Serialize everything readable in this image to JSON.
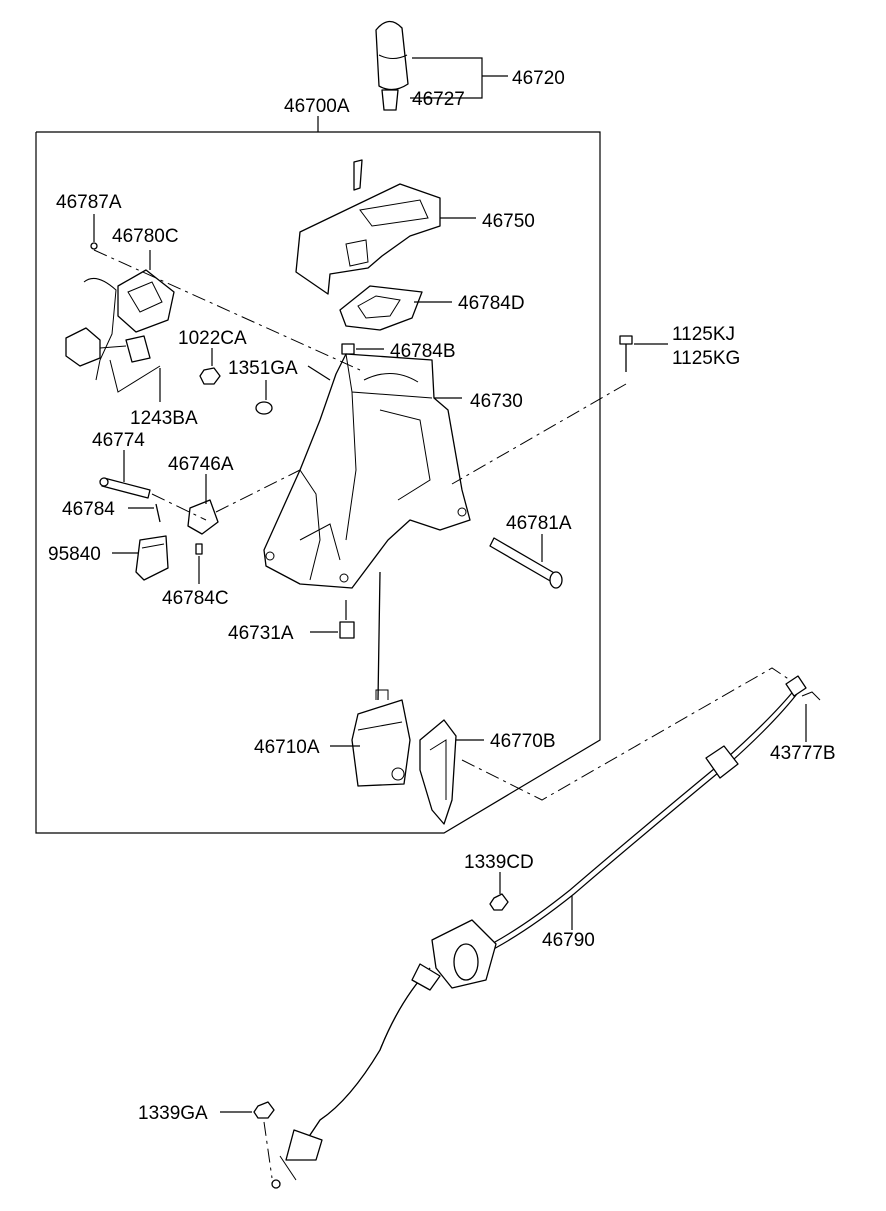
{
  "labels": {
    "p46720": "46720",
    "p46727": "46727",
    "p46700A": "46700A",
    "p46787A": "46787A",
    "p46780C": "46780C",
    "p46750": "46750",
    "p46784D": "46784D",
    "p1022CA": "1022CA",
    "p1125KJ": "1125KJ",
    "p1125KG": "1125KG",
    "p46784B": "46784B",
    "p1351GA": "1351GA",
    "p46730": "46730",
    "p1243BA": "1243BA",
    "p46774": "46774",
    "p46746A": "46746A",
    "p46784": "46784",
    "p46781A": "46781A",
    "p95840": "95840",
    "p46784C": "46784C",
    "p46731A": "46731A",
    "p46710A": "46710A",
    "p46770B": "46770B",
    "p43777B": "43777B",
    "p1339CD": "1339CD",
    "p46790": "46790",
    "p1339GA": "1339GA"
  }
}
